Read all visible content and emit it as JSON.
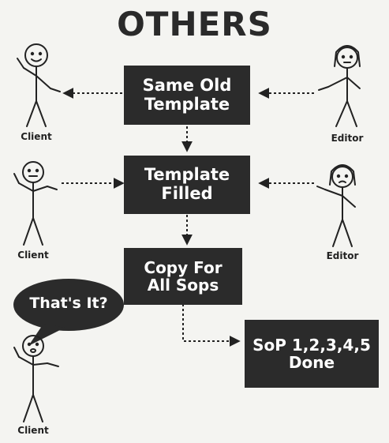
{
  "title": "OTHERS",
  "boxes": {
    "template": [
      "Same Old",
      "Template"
    ],
    "filled": [
      "Template",
      "Filled"
    ],
    "copy": [
      "Copy For",
      "All Sops"
    ],
    "done": [
      "SoP 1,2,3,4,5",
      "Done"
    ]
  },
  "labels": {
    "client_1": "Client",
    "editor_1": "Editor",
    "client_2": "Client",
    "editor_2": "Editor",
    "client_3": "Client"
  },
  "bubble": "That's It?",
  "colors": {
    "box": "#2b2b2b",
    "text_on_box": "#ffffff",
    "ink": "#222222"
  }
}
